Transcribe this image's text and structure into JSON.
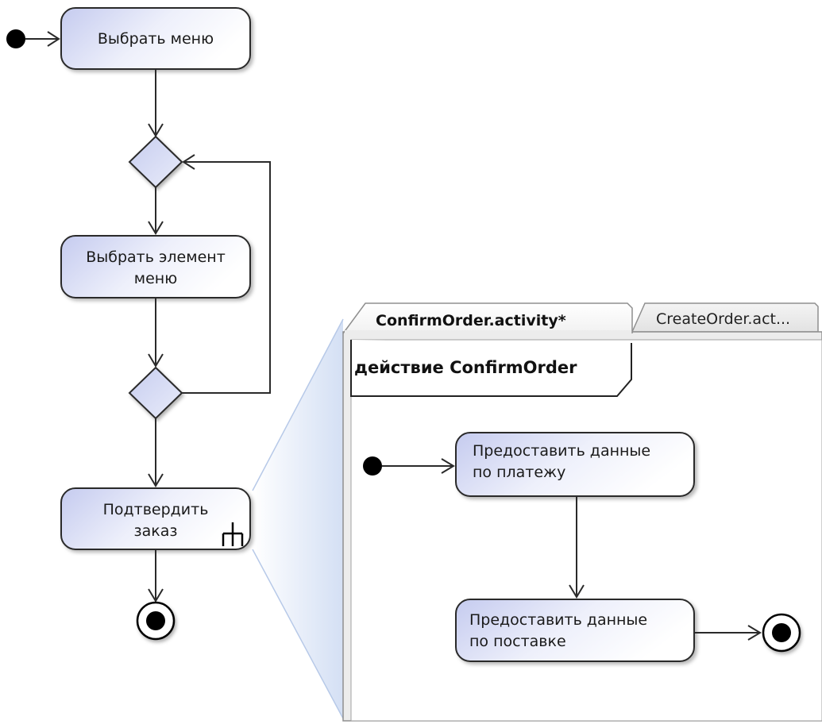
{
  "main_activity": {
    "action_choose_menu": "Выбрать меню",
    "action_choose_item_line1": "Выбрать элемент",
    "action_choose_item_line2": "меню",
    "action_confirm_line1": "Подтвердить",
    "action_confirm_line2": "заказ"
  },
  "editor": {
    "tabs": [
      {
        "label": "ConfirmOrder.activity*",
        "active": true
      },
      {
        "label": "CreateOrder.act...",
        "active": false
      }
    ],
    "frame_title": "действие ConfirmOrder",
    "action_payment_line1": "Предоставить данные",
    "action_payment_line2": "по платежу",
    "action_delivery_line1": "Предоставить данные",
    "action_delivery_line2": "по поставке"
  },
  "colors": {
    "node_fill_start": "#c8cdf0",
    "node_fill_end": "#ffffff",
    "stroke": "#2a2a2a",
    "zoom_fill": "#d5e1f5"
  }
}
